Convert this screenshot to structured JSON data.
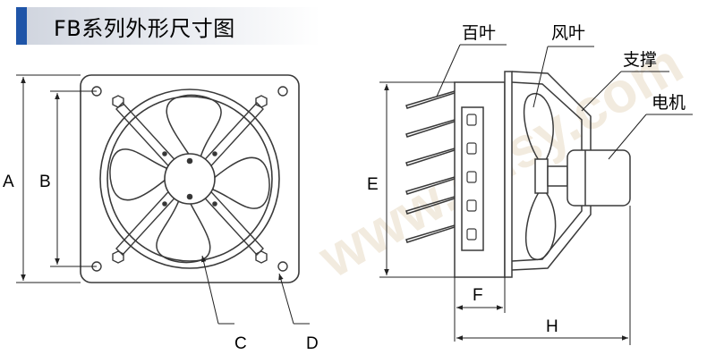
{
  "title": "FB系列外形尺寸图",
  "watermark": "www.ehsy.com",
  "colors": {
    "accent": "#1f55a8",
    "line": "#4a4a4a",
    "body": "#ffffff"
  },
  "front_view": {
    "dimension_labels": {
      "a": "A",
      "b": "B",
      "c": "C",
      "d": "D"
    }
  },
  "side_view": {
    "dimension_labels": {
      "e": "E",
      "f": "F",
      "h": "H"
    },
    "part_labels": {
      "louver": "百叶",
      "blade": "风叶",
      "support": "支撑",
      "motor": "电机"
    }
  }
}
